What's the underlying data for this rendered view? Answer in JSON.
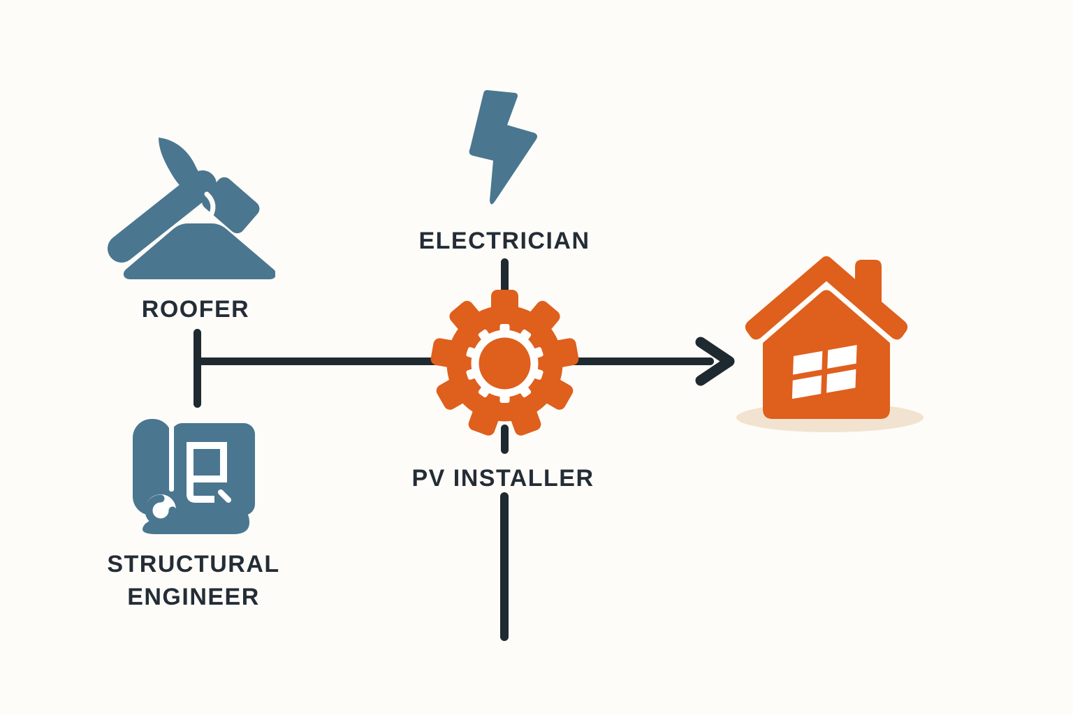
{
  "colors": {
    "bg": "#fdfcf8",
    "blue": "#4a7690",
    "orange": "#df5f1d",
    "line": "#1f2930",
    "text": "#242d36",
    "shadow": "#f1e3cf"
  },
  "nodes": {
    "roofer": {
      "label": "ROOFER",
      "icon": "hammer-icon"
    },
    "electrician": {
      "label": "ELECTRICIAN",
      "icon": "lightning-icon"
    },
    "structural_engineer": {
      "label_line1": "STRUCTURAL",
      "label_line2": "ENGINEER",
      "icon": "blueprint-icon"
    },
    "pv_installer": {
      "label": "PV INSTALLER",
      "icon": "gear-icon"
    },
    "house": {
      "icon": "house-icon"
    }
  }
}
